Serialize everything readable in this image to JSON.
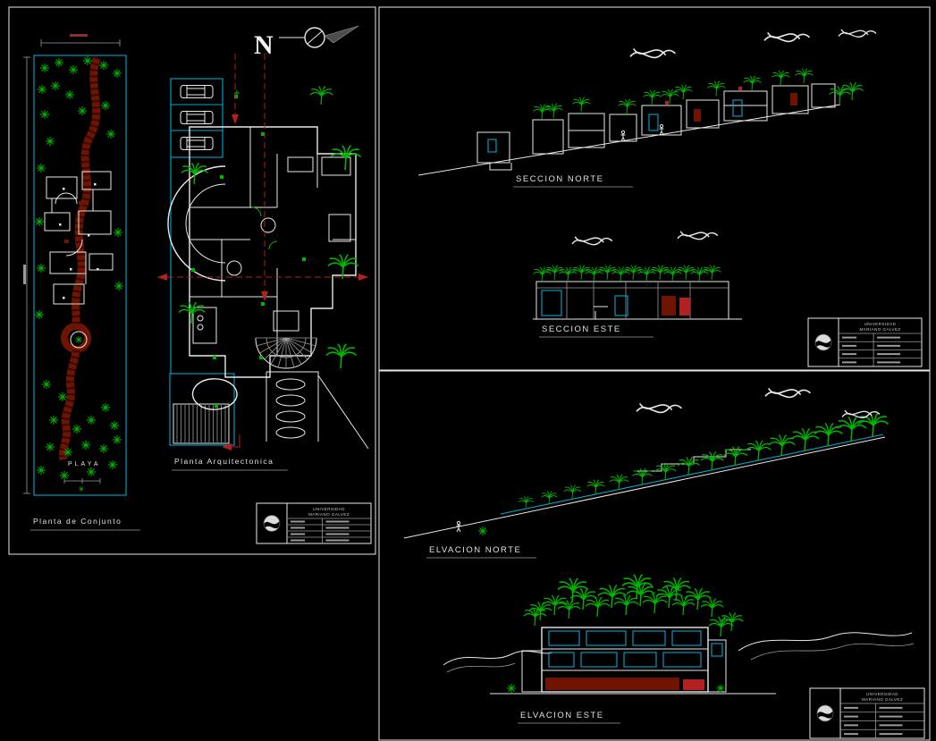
{
  "sheet": {
    "background": "#000000",
    "line_color": "#e8e8e8",
    "tree_color": "#00b400",
    "cyan": "#00a8cc",
    "red": "#b42020",
    "dark_red": "#6e1400"
  },
  "left_panel": {
    "north_label": "N",
    "site_plan_label": "Planta de Conjunto",
    "playa_label": "PLAYA",
    "floor_plan_label": "Planta Arquitectonica"
  },
  "top_right_panel": {
    "section_north_label": "SECCION  NORTE",
    "section_east_label": "SECCION  ESTE"
  },
  "bottom_right_panel": {
    "elevation_north_label": "ELVACION NORTE",
    "elevation_east_label": "ELVACION ESTE"
  },
  "title_block": {
    "line1": "UNIVERSIDAD",
    "line2": "MARIANO GALVEZ"
  }
}
